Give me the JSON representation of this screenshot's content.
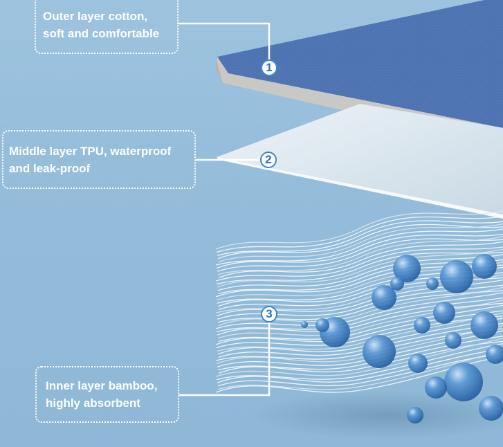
{
  "callouts": [
    {
      "text": "Outer layer cotton,\nsoft and comfortable",
      "number": "1"
    },
    {
      "text": "Middle layer TPU, waterproof\nand leak-proof",
      "number": "2"
    },
    {
      "text": "Inner layer bamboo,\nhighly absorbent",
      "number": "3"
    }
  ],
  "colors": {
    "background": "#93bcda",
    "cotton_layer": "#4a6fae",
    "tpu_layer": "#e4edf3",
    "badge_border": "#3a86c9",
    "droplet": "#2f6fb5"
  },
  "icons": [
    "water-droplet-icon"
  ]
}
